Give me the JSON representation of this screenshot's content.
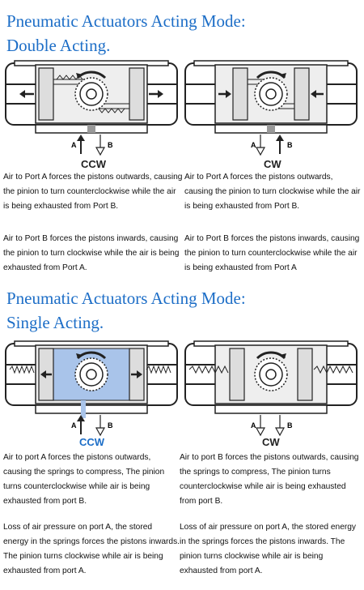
{
  "double": {
    "title_line1": "Pneumatic Actuators Acting Mode:",
    "title_line2": "Double Acting.",
    "left": {
      "port_a": "A",
      "port_b": "B",
      "direction": "CCW",
      "text1": "Air to Port A forces the pistons outwards, causing the pinion to turn counterclockwise while the air is being exhausted from Port B.",
      "text2": "Air to Port B forces the pistons inwards, causing the pinion to turn clockwise while the air is being exhausted from Port A."
    },
    "right": {
      "port_a": "A",
      "port_b": "B",
      "direction": "CW",
      "text1": "Air to Port A forces the pistons outwards, causing the pinion to turn clockwise while the air is being exhausted from Port B.",
      "text2": "Air to Port B forces the pistons inwards, causing the pinion to turn counterclockwise while the air is being exhausted from Port A"
    }
  },
  "single": {
    "title_line1": "Pneumatic Actuators Acting Mode:",
    "title_line2": "Single Acting.",
    "left": {
      "port_a": "A",
      "port_b": "B",
      "direction": "CCW",
      "text1": "Air to port A forces the pistons outwards, causing the springs to compress, The pinion turns counterclockwise while air is being exhausted from port B.",
      "text2": "Loss of air pressure on port A, the stored energy in the springs forces the pistons inwards. The pinion turns clockwise while air is being exhausted from port A."
    },
    "right": {
      "port_a": "A",
      "port_b": "B",
      "direction": "CW",
      "text1": "Air to port B forces the pistons outwards, causing the springs to compress, The pinion turns counterclockwise while air is being exhausted from port B.",
      "text2": "Loss of air pressure on port A, the stored energy in the springs forces the pistons inwards. The pinion turns clockwise while air is being exhausted from port A."
    }
  },
  "colors": {
    "title": "#1d6ec7",
    "direction_blue": "#1d6ec7",
    "air_fill": "#a9c4ea",
    "outline": "#222222",
    "panel": "#e8e8e8"
  }
}
